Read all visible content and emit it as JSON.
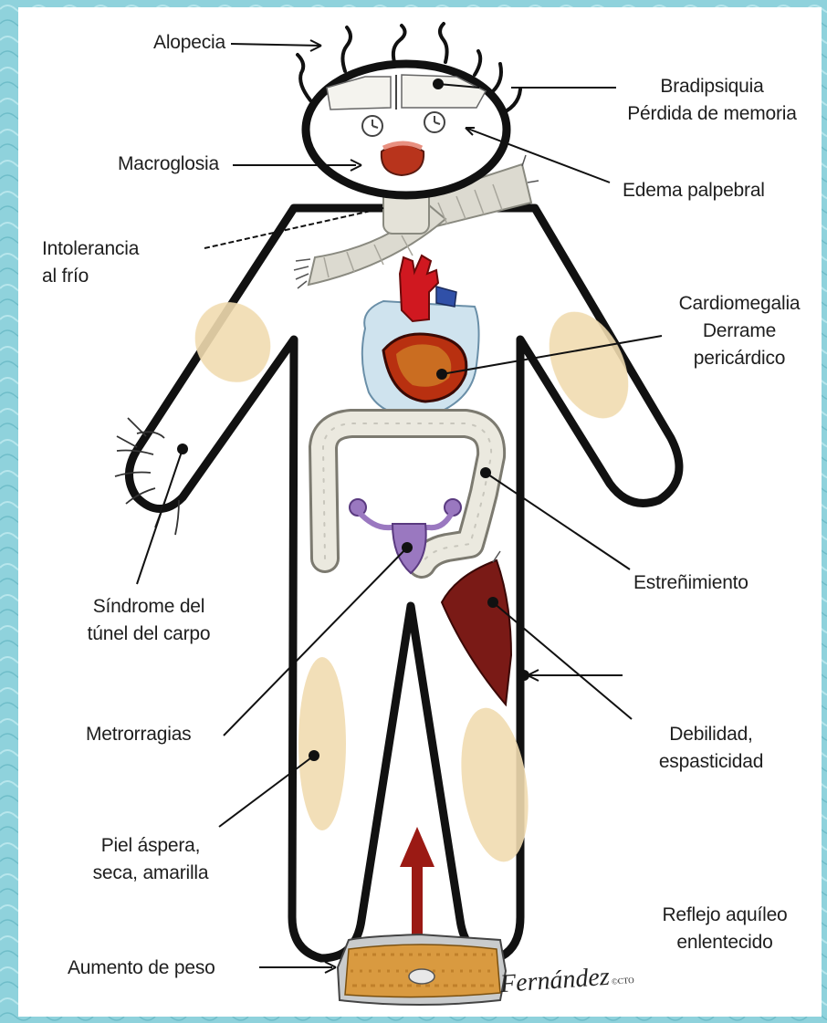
{
  "labels": {
    "alopecia": "Alopecia",
    "bradipsiquia": "Bradipsiquia",
    "perdida_memoria": "Pérdida de memoria",
    "macroglosia": "Macroglosia",
    "edema": "Edema palpebral",
    "intolerancia_1": "Intolerancia",
    "intolerancia_2": "al frío",
    "cardio_1": "Cardiomegalia",
    "cardio_2": "Derrame",
    "cardio_3": "pericárdico",
    "carpo_1": "Síndrome del",
    "carpo_2": "túnel del carpo",
    "estrenimiento": "Estreñimiento",
    "metrorragias": "Metrorragias",
    "debilidad_1": "Debilidad,",
    "debilidad_2": "espasticidad",
    "piel_1": "Piel  áspera,",
    "piel_2": "seca, amarilla",
    "reflejo_1": "Reflejo aquíleo",
    "reflejo_2": "enlentecido",
    "peso": "Aumento de peso"
  },
  "signature": "Fernández",
  "signature_mark": "©CTO",
  "colors": {
    "frame": "#8fd2dc",
    "outline": "#111111",
    "skin_patch": "#f1dcb0",
    "heart": "#c8141c",
    "pericardium": "#cfe3ee",
    "intestine": "#e8e6dc",
    "uterus": "#9a78c0",
    "muscle": "#7a1a16",
    "scale": "#d9a24a",
    "arrow": "#9b1a14"
  }
}
